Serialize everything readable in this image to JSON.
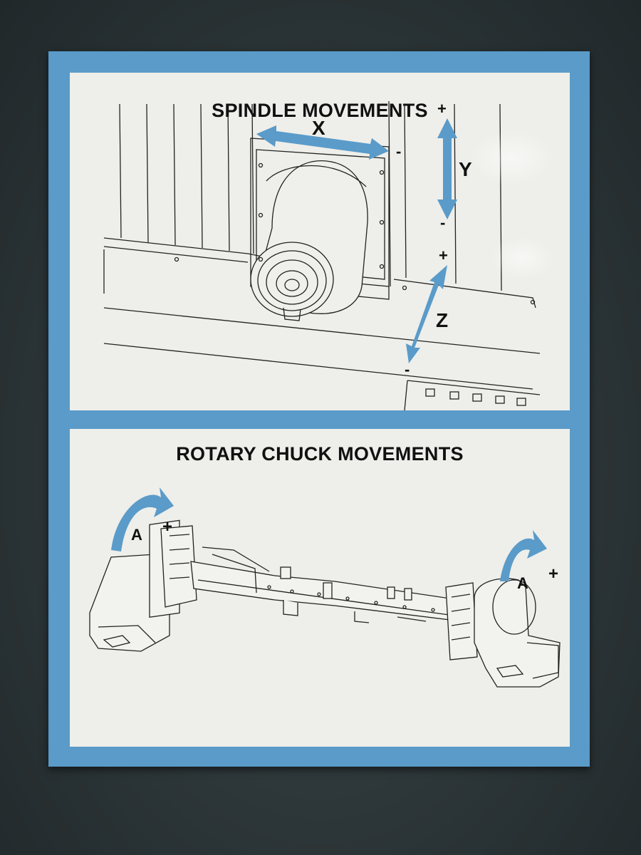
{
  "spindle_panel": {
    "title": "SPINDLE MOVEMENTS",
    "axes": {
      "x": {
        "label": "X",
        "minus": "-"
      },
      "y": {
        "label": "Y",
        "plus": "+",
        "minus": "-"
      },
      "z": {
        "label": "Z",
        "plus": "+",
        "minus": "-"
      }
    }
  },
  "chuck_panel": {
    "title": "ROTARY CHUCK MOVEMENTS",
    "axes": {
      "a_left": {
        "label": "A",
        "plus": "+"
      },
      "a_right": {
        "label": "A",
        "plus": "+"
      }
    }
  },
  "colors": {
    "plate_border": "#5a9bc9",
    "arrow": "#5a9bc9",
    "panel_background": "#eeeeea",
    "text": "#111111"
  }
}
